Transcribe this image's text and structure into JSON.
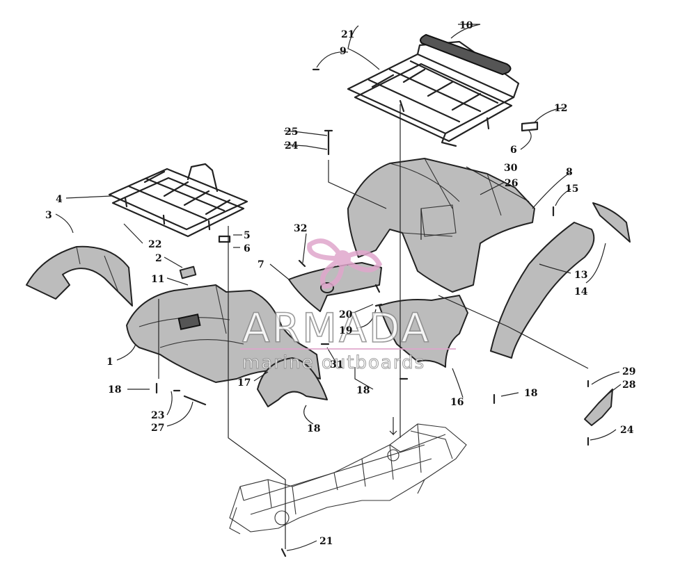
{
  "callouts": {
    "c1": "1",
    "c2": "2",
    "c3": "3",
    "c4": "4",
    "c5": "5",
    "c6a": "6",
    "c6b": "6",
    "c7": "7",
    "c8": "8",
    "c9": "9",
    "c10": "10",
    "c11": "11",
    "c12": "12",
    "c13": "13",
    "c14": "14",
    "c15": "15",
    "c16": "16",
    "c17": "17",
    "c18a": "18",
    "c18b": "18",
    "c18c": "18",
    "c18d": "18",
    "c19": "19",
    "c20": "20",
    "c21a": "21",
    "c21b": "21",
    "c22": "22",
    "c23": "23",
    "c24a": "24",
    "c24b": "24",
    "c25": "25",
    "c26": "26",
    "c27": "27",
    "c28": "28",
    "c29": "29",
    "c30": "30",
    "c31": "31",
    "c32": "32"
  },
  "watermark": {
    "brand": "ARMADA",
    "tagline": "marine outboards",
    "accent_color": "#e0a6cc",
    "stroke_color": "#8a8a8a"
  }
}
